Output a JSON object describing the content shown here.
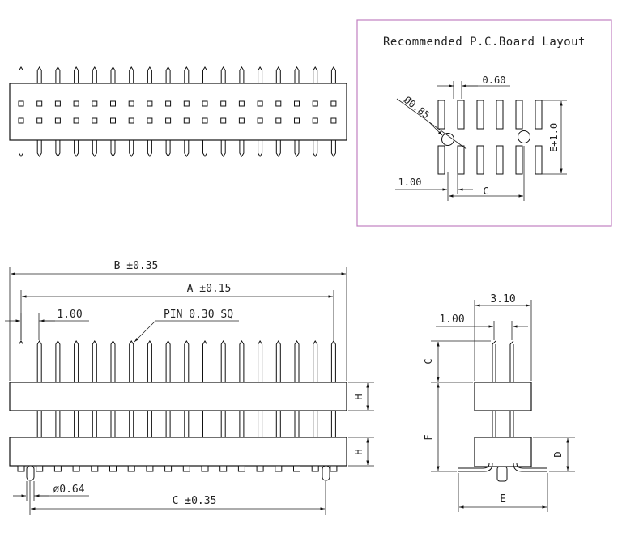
{
  "colors": {
    "line": "#111111",
    "frame": "#c080c0",
    "background": "#ffffff"
  },
  "pcb_layout": {
    "title": "Recommended P.C.Board Layout",
    "dim_pitch": "0.60",
    "dim_hole": "Ø0.85",
    "dim_height": "E+1.0",
    "dim_offset": "1.00",
    "dim_c": "C"
  },
  "front_view": {
    "dim_b": "B ±0.35",
    "dim_a": "A ±0.15",
    "dim_pitch": "1.00",
    "pin_note": "PIN 0.30 SQ",
    "dim_h_top": "H",
    "dim_h_bottom": "H",
    "dim_post": "ø0.64",
    "dim_c": "C ±0.35"
  },
  "side_view": {
    "dim_width": "3.10",
    "dim_pitch": "1.00",
    "dim_c": "C",
    "dim_f": "F",
    "dim_d": "D",
    "dim_e": "E"
  }
}
